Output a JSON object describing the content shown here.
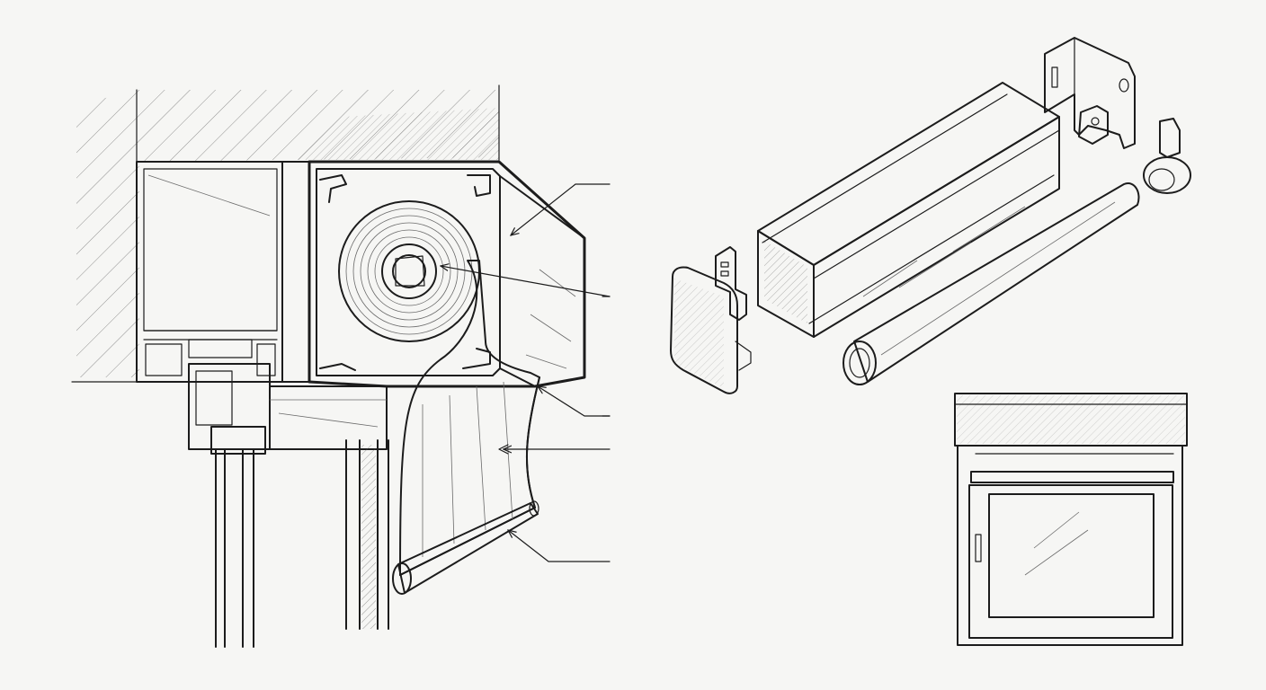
{
  "drawing": {
    "style": "pencil technical sketch",
    "colors": {
      "paper": "#f6f6f4",
      "ink": "#1c1c1c",
      "shade": "#9a9a9a"
    }
  },
  "views": [
    {
      "id": "cross-section",
      "icon": "roller-blind-cross-section",
      "callouts": 5
    },
    {
      "id": "exploded-view",
      "icon": "cassette-parts-exploded"
    },
    {
      "id": "installed-view",
      "icon": "window-with-roller-blind"
    }
  ]
}
